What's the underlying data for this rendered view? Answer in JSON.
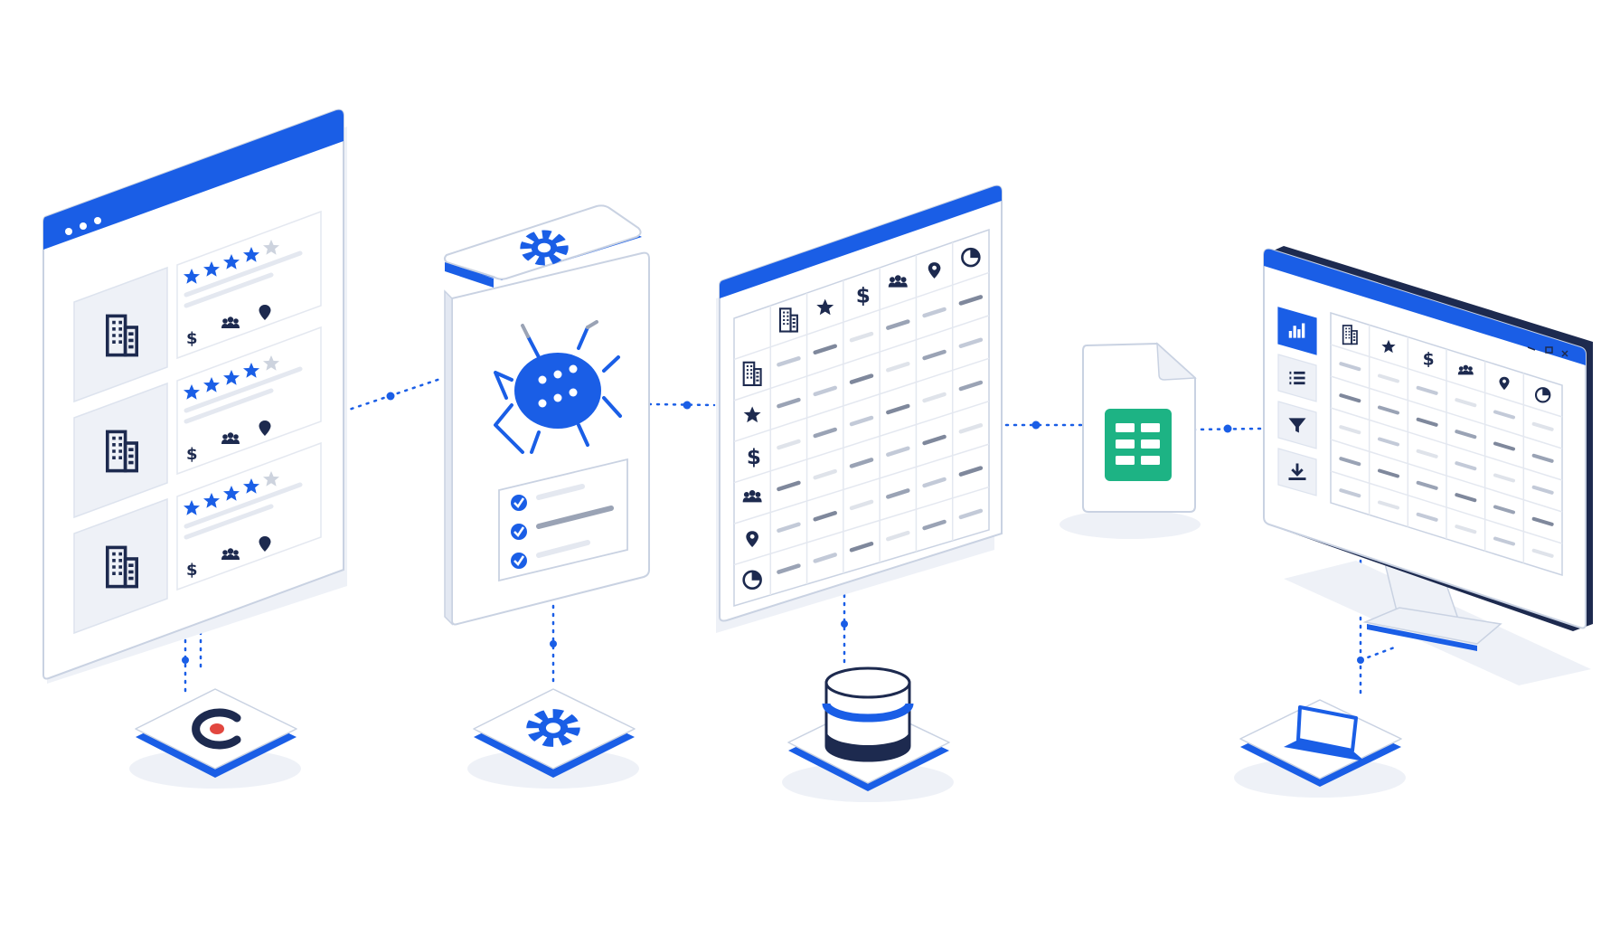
{
  "colors": {
    "primary": "#1a5ee6",
    "dark_navy": "#1d2a4f",
    "light_blue": "#dce6f9",
    "panel_gray": "#eef1f7",
    "shadow": "#e3e8f2",
    "outline": "#c9d2e2",
    "placeholder_line": "#e4e8f0",
    "sheet_green": "#1db384",
    "logo_red": "#e2473f",
    "star_empty": "#cdd3de"
  },
  "nodes": [
    {
      "id": "listing-browser",
      "icon": "browser-window",
      "listings": [
        {
          "building_icon": "office-building-icon",
          "rating": 4,
          "max_rating": 5,
          "attribute_icons": [
            "dollar-icon",
            "people-icon",
            "location-pin-icon"
          ]
        },
        {
          "building_icon": "office-building-icon",
          "rating": 4,
          "max_rating": 5,
          "attribute_icons": [
            "dollar-icon",
            "people-icon",
            "location-pin-icon"
          ]
        },
        {
          "building_icon": "office-building-icon",
          "rating": 4,
          "max_rating": 5,
          "attribute_icons": [
            "dollar-icon",
            "people-icon",
            "location-pin-icon"
          ]
        }
      ],
      "base_icon": "brand-c-logo-icon"
    },
    {
      "id": "scraper-device",
      "icon": "bug-icon",
      "top_icon": "gear-icon",
      "checklist_items": 3,
      "base_icon": "gear-icon"
    },
    {
      "id": "data-table",
      "column_icons": [
        "building-icon",
        "star-icon",
        "dollar-icon",
        "people-icon",
        "location-pin-icon",
        "pie-chart-icon"
      ],
      "row_icons": [
        "building-icon",
        "star-icon",
        "dollar-icon",
        "people-icon",
        "location-pin-icon",
        "pie-chart-icon"
      ],
      "base_icon": "database-icon"
    },
    {
      "id": "spreadsheet-file",
      "icon": "spreadsheet-icon"
    },
    {
      "id": "dashboard-monitor",
      "sidebar_icons": [
        "bar-chart-icon",
        "list-icon",
        "filter-icon",
        "download-icon"
      ],
      "active_sidebar_index": 0,
      "column_icons": [
        "building-icon",
        "star-icon",
        "dollar-icon",
        "people-icon",
        "location-pin-icon",
        "pie-chart-icon"
      ],
      "window_control_icons": [
        "minimize-icon",
        "maximize-icon",
        "close-icon"
      ],
      "base_icon": "laptop-icon"
    }
  ]
}
